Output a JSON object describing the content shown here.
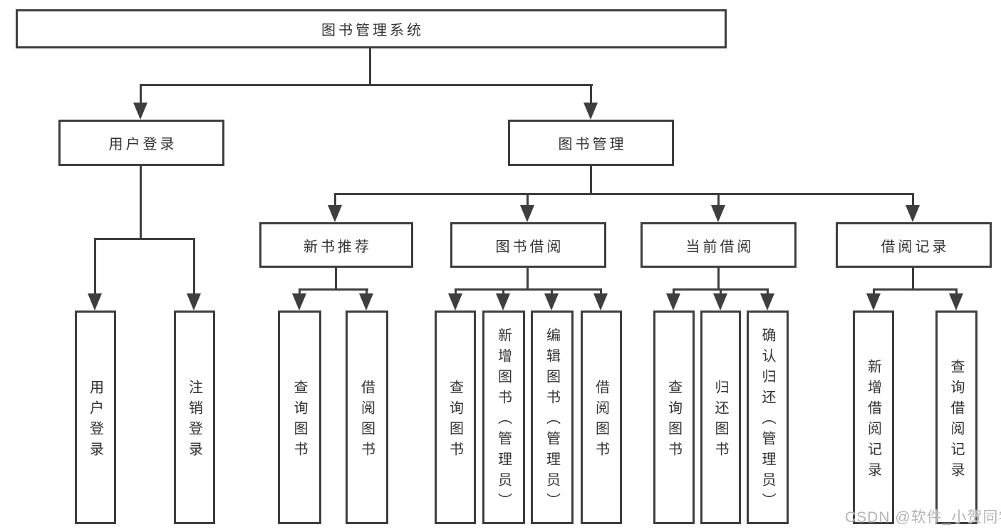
{
  "tree": {
    "root": {
      "label": "图书管理系统"
    },
    "branches": [
      {
        "label": "用户登录",
        "leaves": [
          "用户登录",
          "注销登录"
        ]
      },
      {
        "label": "图书管理",
        "groups": [
          {
            "label": "新书推荐",
            "leaves": [
              "查询图书",
              "借阅图书"
            ]
          },
          {
            "label": "图书借阅",
            "leaves": [
              "查询图书",
              "新增图书（管理员）",
              "编辑图书（管理员）",
              "借阅图书"
            ]
          },
          {
            "label": "当前借阅",
            "leaves": [
              "查询图书",
              "归还图书",
              "确认归还（管理员）"
            ]
          },
          {
            "label": "借阅记录",
            "leaves": [
              "新增借阅记录",
              "查询借阅记录"
            ]
          }
        ]
      }
    ]
  },
  "watermark": "CSDN @软件_小贺同学",
  "colors": {
    "line": "#3e3e3e",
    "text": "#333333",
    "box_background": "#ffffff",
    "watermark": "#b5b5b5"
  }
}
